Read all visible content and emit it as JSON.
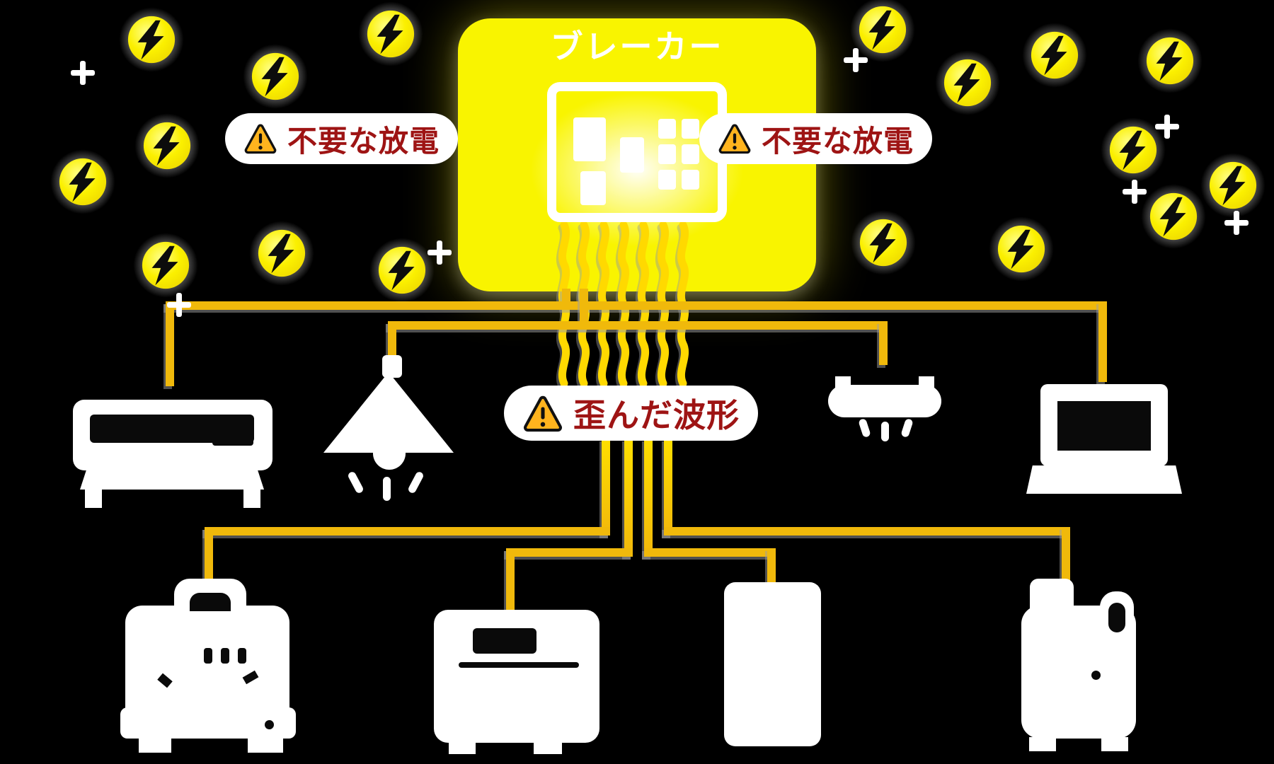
{
  "breaker": {
    "title": "ブレーカー"
  },
  "warnings": {
    "left": "不要な放電",
    "right": "不要な放電",
    "center": "歪んだ波形"
  },
  "colors": {
    "background": "#000000",
    "breaker_yellow": "#F9F400",
    "bolt_yellow": "#F7E600",
    "wire_gold": "#F0B90B",
    "wave_yellow": "#FFD900",
    "warning_text_red": "#9E1414",
    "warning_triangle_orange": "#FFB41E",
    "appliance_white": "#FFFFFF"
  },
  "icons": {
    "lightning_bolt": "black bolt in glowing yellow circle",
    "sparkle": "white four-point star",
    "warning_triangle": "orange triangle with black exclamation mark",
    "breaker_panel": "white distribution board with switches",
    "air_conditioner": "white AC unit silhouette",
    "pendant_light": "white pendant lamp silhouette with rays",
    "ceiling_light": "white ceiling light silhouette with rays",
    "laptop": "white laptop silhouette",
    "rice_cooker": "white cooker with top handle silhouette",
    "microwave": "white microwave oven silhouette",
    "refrigerator": "white refrigerator silhouette",
    "electric_kettle": "white electric kettle silhouette"
  }
}
